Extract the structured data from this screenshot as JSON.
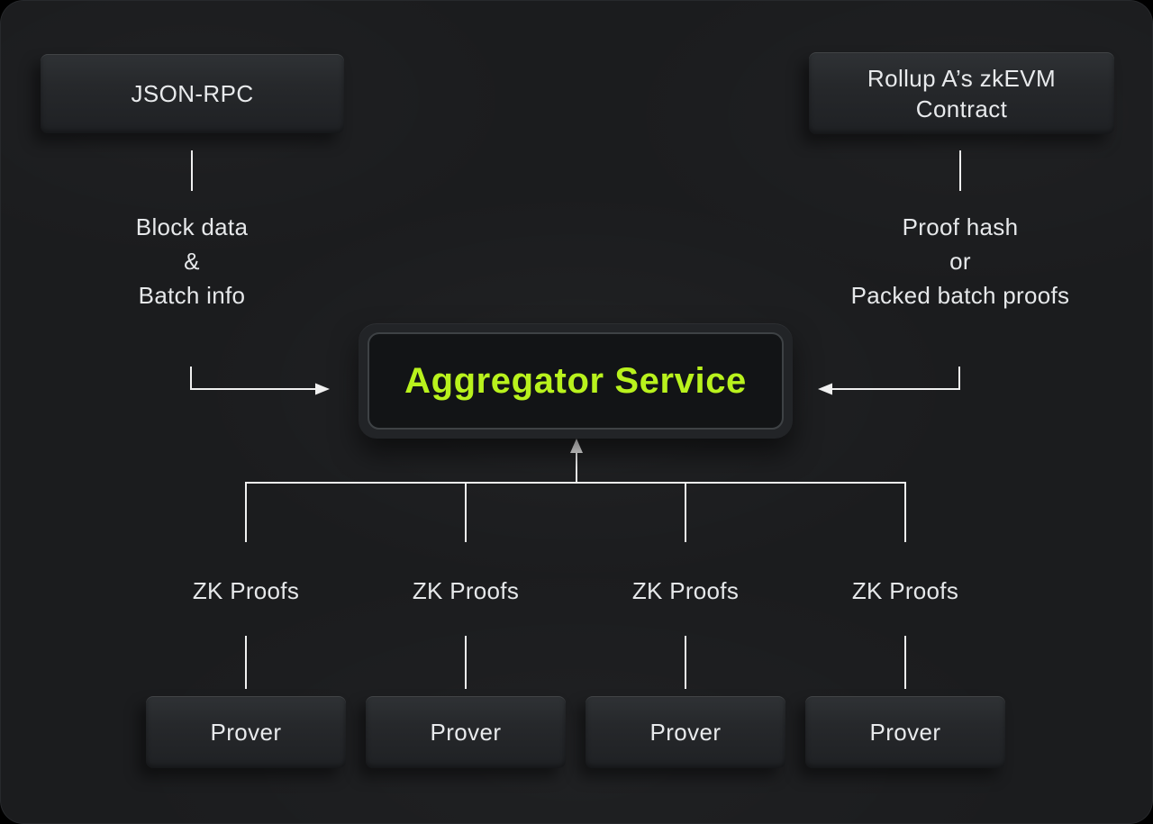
{
  "colors": {
    "panel_background": "#1b1c1e",
    "node_background": "#26282b",
    "accent_green": "#b9f21d",
    "text": "#e8eaec",
    "line": "#f0f0f0"
  },
  "nodes": {
    "json_rpc": {
      "label": "JSON-RPC"
    },
    "rollup_contract": {
      "lines": [
        "Rollup A’s zkEVM",
        "Contract"
      ]
    },
    "aggregator": {
      "label": "Aggregator Service"
    },
    "zk_proofs": [
      {
        "label": "ZK Proofs"
      },
      {
        "label": "ZK Proofs"
      },
      {
        "label": "ZK Proofs"
      },
      {
        "label": "ZK Proofs"
      }
    ],
    "provers": [
      {
        "label": "Prover"
      },
      {
        "label": "Prover"
      },
      {
        "label": "Prover"
      },
      {
        "label": "Prover"
      }
    ]
  },
  "annotations": {
    "left_flow": {
      "lines": [
        "Block data",
        "&",
        "Batch info"
      ]
    },
    "right_flow": {
      "lines": [
        "Proof hash",
        "or",
        "Packed batch proofs"
      ]
    }
  }
}
